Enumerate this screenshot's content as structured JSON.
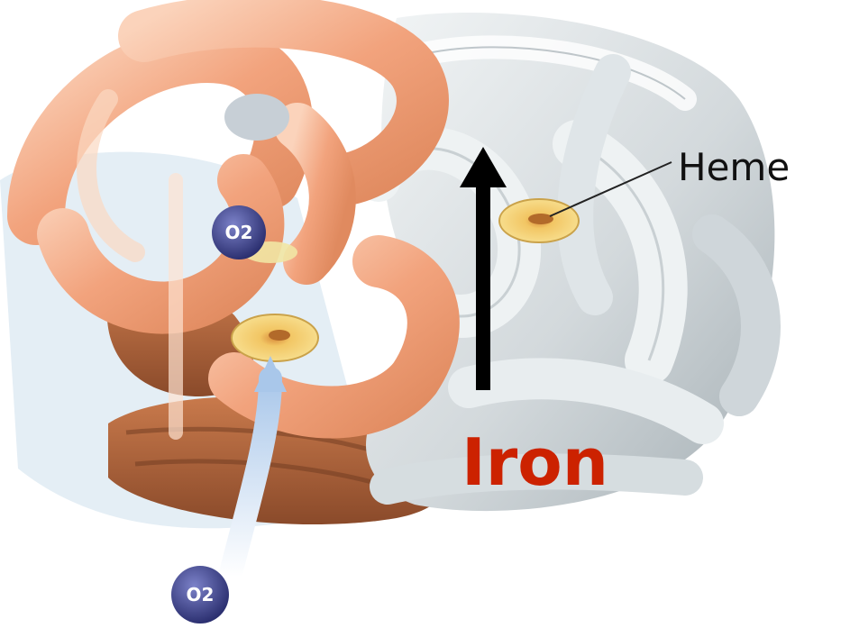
{
  "labels": {
    "heme": "Heme",
    "iron": "Iron",
    "oxygen_free": "O2",
    "oxygen_bound": "O2"
  },
  "colors": {
    "alpha_chain": "#f3a77f",
    "alpha_chain_dark": "#c46a3c",
    "beta_chain": "#d7dde0",
    "beta_chain_dark": "#8e9aa1",
    "heme_disc": "#f3cf6a",
    "oxygen": "#3a3f8a",
    "iron_label": "#cc2200",
    "arrow": "#000000"
  }
}
